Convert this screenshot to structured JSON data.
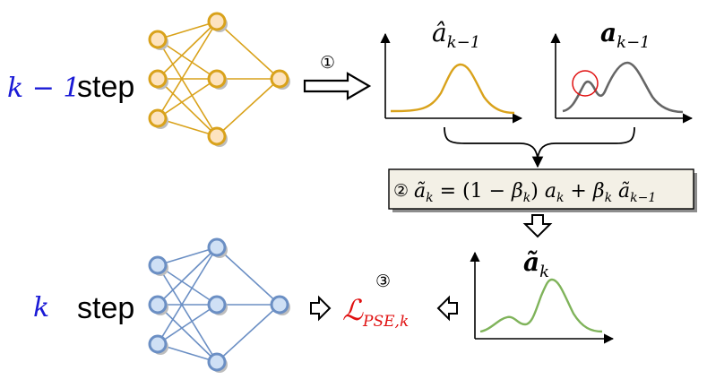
{
  "colors": {
    "net_top": "#d9a21b",
    "net_top_fill": "#fde3bf",
    "net_bottom": "#6b8fc4",
    "net_bottom_fill": "#cfe0f5",
    "curve_yellow": "#d9a21b",
    "curve_gray": "#666666",
    "curve_green": "#7fb35a",
    "highlight_red": "#e01010",
    "var_blue": "#1a1ad6",
    "loss_red": "#e01010",
    "box_fill": "#f3f0e6"
  },
  "row_top": {
    "var_label": "k − 1",
    "step_label": "step"
  },
  "row_bottom": {
    "var_label": "k",
    "step_label": "step"
  },
  "markers": {
    "one": "①",
    "two": "②",
    "three": "③"
  },
  "plots": {
    "a_hat_label": "â",
    "a_hat_sub": "k−1",
    "a_label": "a",
    "a_sub": "k−1",
    "a_tilde_label": "ã",
    "a_tilde_sub": "k"
  },
  "equation": {
    "text": "ãk = (1 − βk) ak + βk ãk−1",
    "lhs": "ã",
    "lhs_sub": "k",
    "eq": " = (1 − ",
    "beta1": "β",
    "beta1_sub": "k",
    "close": ") ",
    "a": "a",
    "a_sub": "k",
    "plus": " + ",
    "beta2": "β",
    "beta2_sub": "k",
    "at": " ã",
    "at_sub": "k−1"
  },
  "loss": {
    "symbol": "ℒ",
    "sub": "PSE,k"
  },
  "icons": [
    "neural-network-icon",
    "arrow-right-icon",
    "arrow-left-icon",
    "arrow-down-icon",
    "brace-icon"
  ]
}
